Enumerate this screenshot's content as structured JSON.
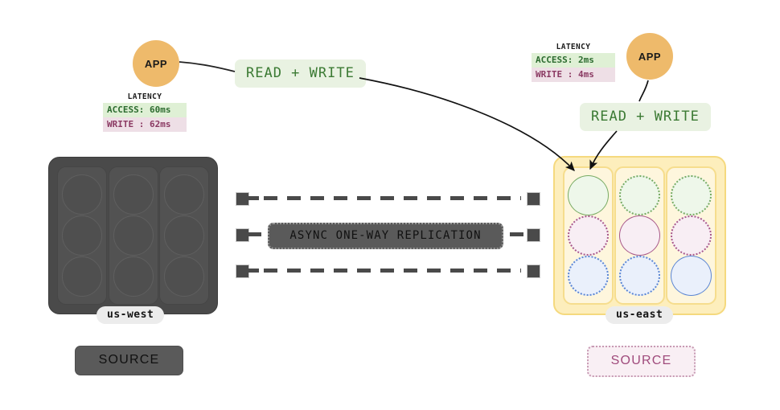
{
  "regions": {
    "west": {
      "name": "us-west",
      "source_label": "SOURCE",
      "app": {
        "label": "APP",
        "access_latency": "ACCESS: 60ms",
        "write_latency": "WRITE : 62ms",
        "latency_title": "LATENCY"
      },
      "read_write_label": "READ + WRITE"
    },
    "east": {
      "name": "us-east",
      "source_label": "SOURCE",
      "app": {
        "label": "APP",
        "access_latency": "ACCESS: 2ms",
        "write_latency": "WRITE : 4ms",
        "latency_title": "LATENCY"
      },
      "read_write_label": "READ + WRITE"
    }
  },
  "replication": {
    "label": "ASYNC ONE-WAY REPLICATION",
    "lanes": 3
  },
  "nodes": {
    "west": [
      [
        "dark",
        "dark",
        "dark"
      ],
      [
        "dark",
        "dark",
        "dark"
      ],
      [
        "dark",
        "dark",
        "dark"
      ]
    ],
    "east": [
      [
        "green-solid",
        "green-dot",
        "green-dot"
      ],
      [
        "pink-dot",
        "pink-solid",
        "pink-dot"
      ],
      [
        "blue-dot",
        "blue-dot",
        "blue-solid"
      ]
    ]
  },
  "colors": {
    "app_fill": "#eeba6b",
    "rack_west": "#4a4a4a",
    "rack_east": "#fdeebc",
    "rack_east_border": "#f5d97e",
    "access_bg": "#dff0d5",
    "access_text": "#2c6b2f",
    "write_bg": "#eedfe6",
    "write_text": "#8b3a63",
    "read_write_bg": "#e9f2e2",
    "read_write_text": "#3b7a33",
    "source_pink_text": "#a04b7c",
    "green_node": "#77ab63",
    "pink_node": "#a8588a",
    "blue_node": "#5b86d4",
    "arrow": "#111111"
  }
}
